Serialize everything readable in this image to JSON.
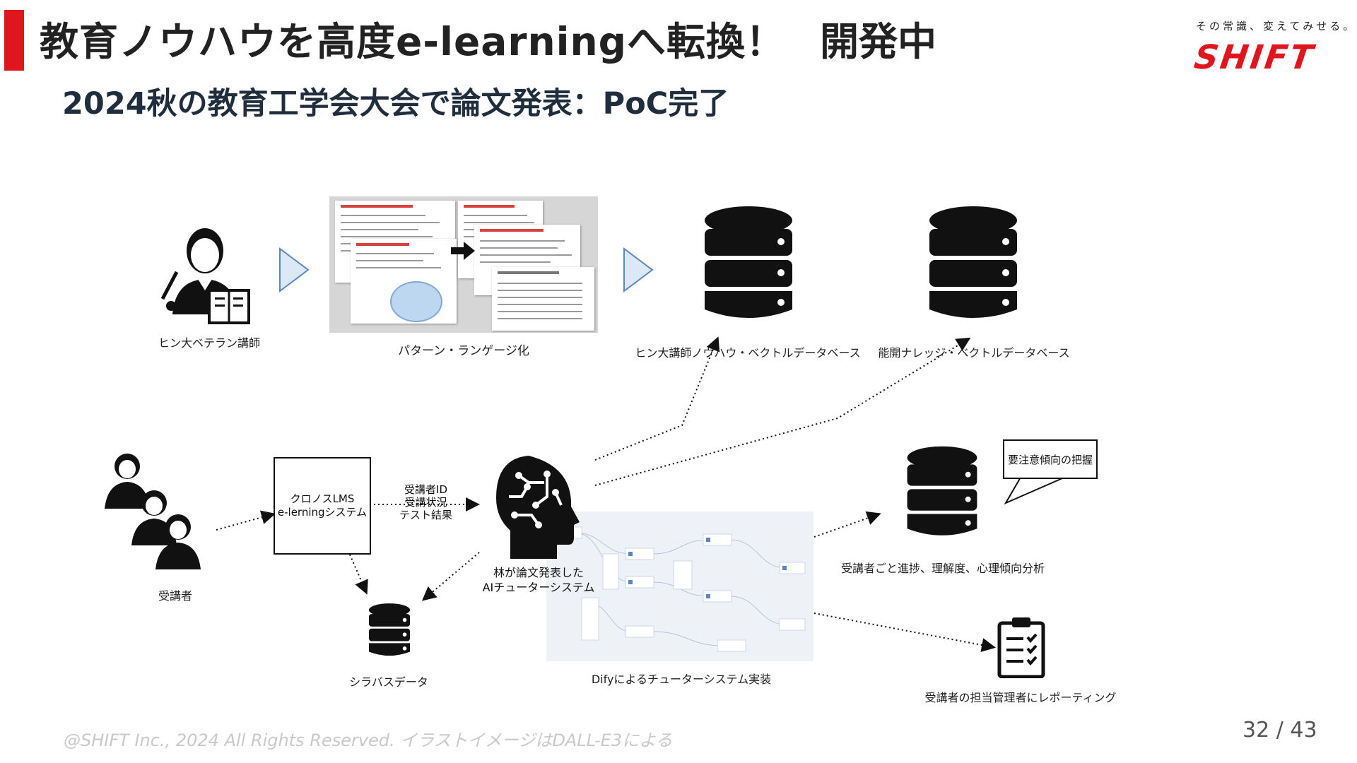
{
  "header": {
    "title": "教育ノウハウを高度e-learningへ転換！",
    "status": "開発中",
    "subtitle": "2024秋の教育工学会大会で論文発表：PoC完了",
    "tagline": "その常識、変えてみせる。",
    "logo": "SHIFT"
  },
  "diagram": {
    "veteran_label": "ヒン大ベテラン講師",
    "pattern_label": "パターン・ランゲージ化",
    "knowhow_db_label": "ヒン大講師ノウハウ・ベクトルデータベース",
    "knowledge_db_label": "能開ナレッジ・ベクトルデータベース",
    "learners_label": "受講者",
    "lms_line1": "クロノスLMS",
    "lms_line2": "e-lerningシステム",
    "data_line1": "受講者ID",
    "data_line2": "受講状況",
    "data_line3": "テスト結果",
    "ai_line1": "林が論文発表した",
    "ai_line2": "AIチューターシステム",
    "syllabus_label": "シラバスデータ",
    "dify_label": "Difyによるチューターシステム実装",
    "progress_label": "受講者ごと進捗、理解度、心理傾向分析",
    "bubble_text": "要注意傾向の把握",
    "report_label": "受講者の担当管理者にレポーティング"
  },
  "footer": {
    "copyright": "@SHIFT Inc., 2024 All Rights Reserved. イラストイメージはDALL-E3による",
    "page": "32 / 43"
  },
  "colors": {
    "accent": "#e0161e",
    "arrow_fill": "#dce8f6",
    "arrow_stroke": "#5b87c2"
  },
  "icons": [
    "teacher-icon",
    "database-icon",
    "learners-icon",
    "ai-head-icon",
    "clipboard-icon"
  ]
}
